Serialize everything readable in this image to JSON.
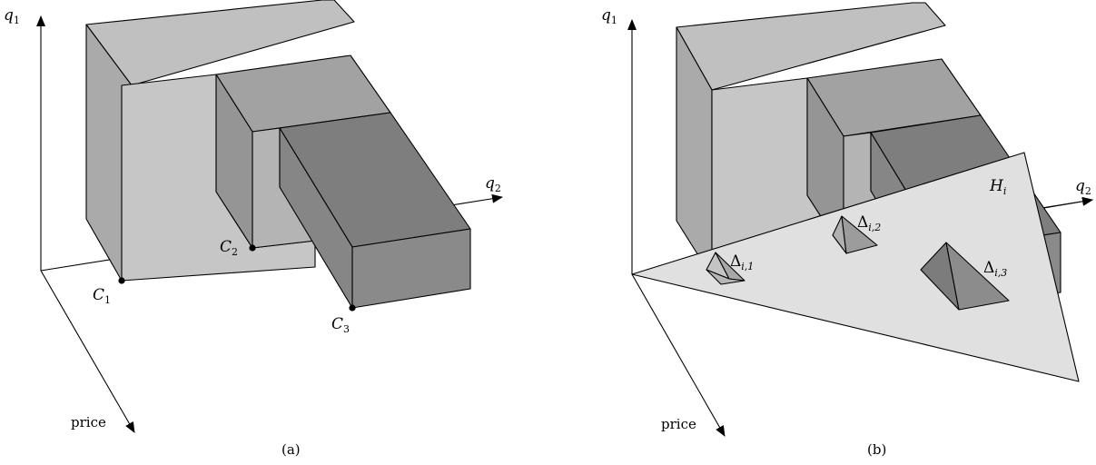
{
  "panel_a": {
    "caption": "(a)",
    "axes": {
      "vertical": "q",
      "vertical_sub": "1",
      "right": "q",
      "right_sub": "2",
      "front": "price"
    },
    "points": [
      {
        "name": "C",
        "sub": "1"
      },
      {
        "name": "C",
        "sub": "2"
      },
      {
        "name": "C",
        "sub": "3"
      }
    ]
  },
  "panel_b": {
    "caption": "(b)",
    "axes": {
      "vertical": "q",
      "vertical_sub": "1",
      "right": "q",
      "right_sub": "2",
      "front": "price"
    },
    "plane": {
      "name": "H",
      "sub": "i"
    },
    "simplices": [
      {
        "name": "Δ",
        "sub": "i,1"
      },
      {
        "name": "Δ",
        "sub": "i,2"
      },
      {
        "name": "Δ",
        "sub": "i,3"
      }
    ]
  },
  "colors": {
    "box_top": "#c0c0c0",
    "box_front": "#c6c6c6",
    "box_side": "#aaaaaa",
    "mid_top": "#a2a2a2",
    "mid_side": "#959595",
    "dark_top": "#7e7e7e",
    "dark_front": "#8a8a8a",
    "dark_side": "#868686",
    "plane": "#e0e0e0"
  }
}
